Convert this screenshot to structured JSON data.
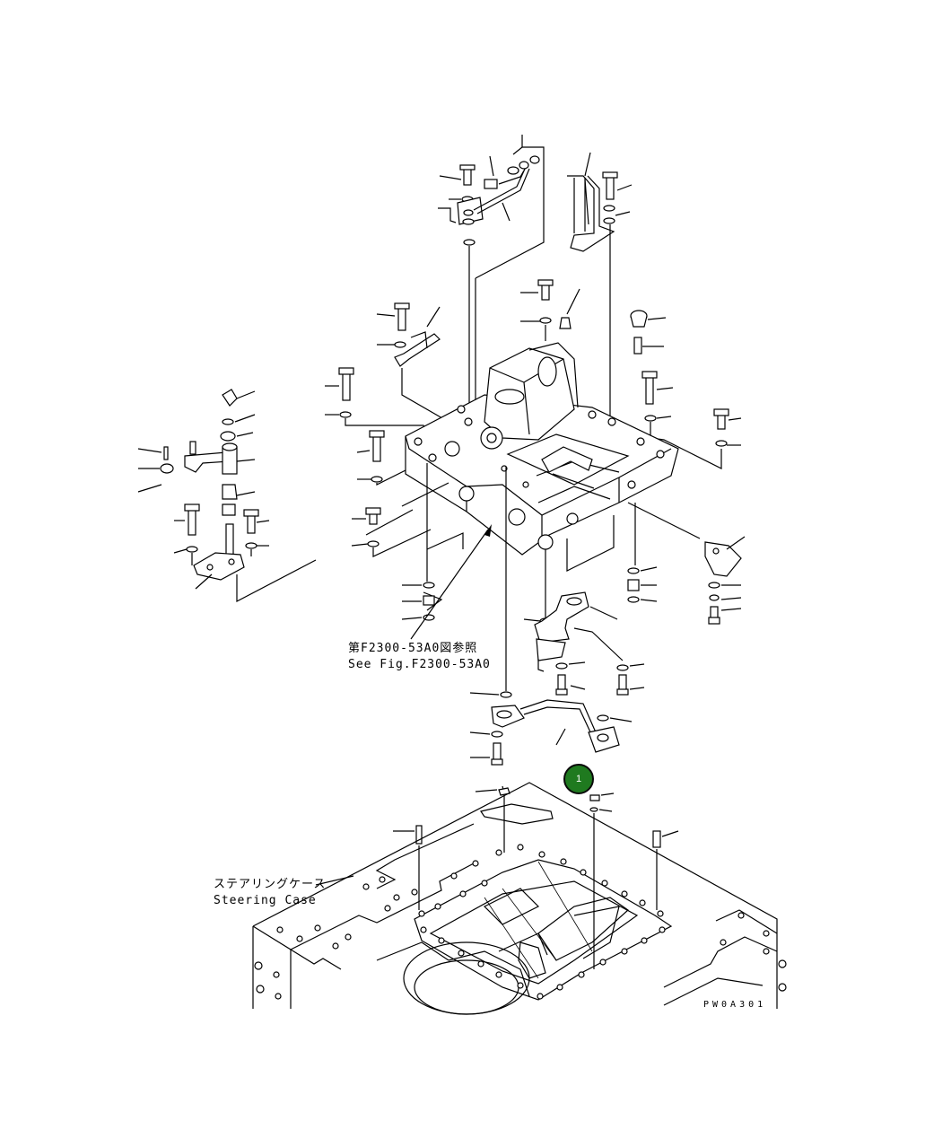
{
  "reference_note": {
    "line_jp": "第F2300-53A0図参照",
    "line_en": "See Fig.F2300-53A0"
  },
  "steering_case": {
    "label_jp": "ステアリングケース",
    "label_en": "Steering Case"
  },
  "drawing_code": "PW0A301",
  "callouts": [
    {
      "number": "1",
      "color": "#1f7a1f"
    }
  ]
}
